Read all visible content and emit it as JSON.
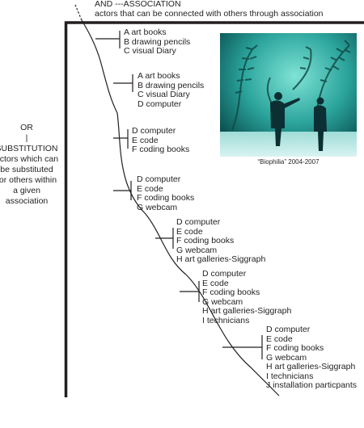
{
  "header": {
    "title": "AND ---ASSOCIATION",
    "subtitle": "actors that can be connected with  others through association"
  },
  "left_block": {
    "or_label": "OR",
    "bar": "|",
    "substitution_label": "SUBSTITUTION",
    "description": [
      "actors which can",
      "be substituted",
      "for others within",
      "a given",
      "association"
    ]
  },
  "groups": [
    {
      "items": [
        "A art books",
        "B drawing pencils",
        "C visual Diary"
      ]
    },
    {
      "items": [
        "A art books",
        "B drawing pencils",
        "C visual Diary",
        "D computer"
      ]
    },
    {
      "items": [
        "D computer",
        "E code",
        "F coding books"
      ]
    },
    {
      "items": [
        "D computer",
        "E code",
        "F coding books",
        "G webcam"
      ]
    },
    {
      "items": [
        "D computer",
        "E code",
        "F coding books",
        "G webcam",
        "H art galleries-Siggraph"
      ]
    },
    {
      "items": [
        "D computer",
        "E code",
        "F coding books",
        "G webcam",
        "H art galleries-Siggraph",
        "I  technicians"
      ]
    },
    {
      "items": [
        "D computer",
        "E code",
        "F coding books",
        "G webcam",
        "H art galleries-Siggraph",
        "I technicians",
        "J installation particpants"
      ]
    }
  ],
  "photo": {
    "caption": "“Biophilia” 2004-2007",
    "colors": {
      "background": "#0e6f6e",
      "glow": "#7fe3d6",
      "floor": "#bfe9e6"
    }
  }
}
